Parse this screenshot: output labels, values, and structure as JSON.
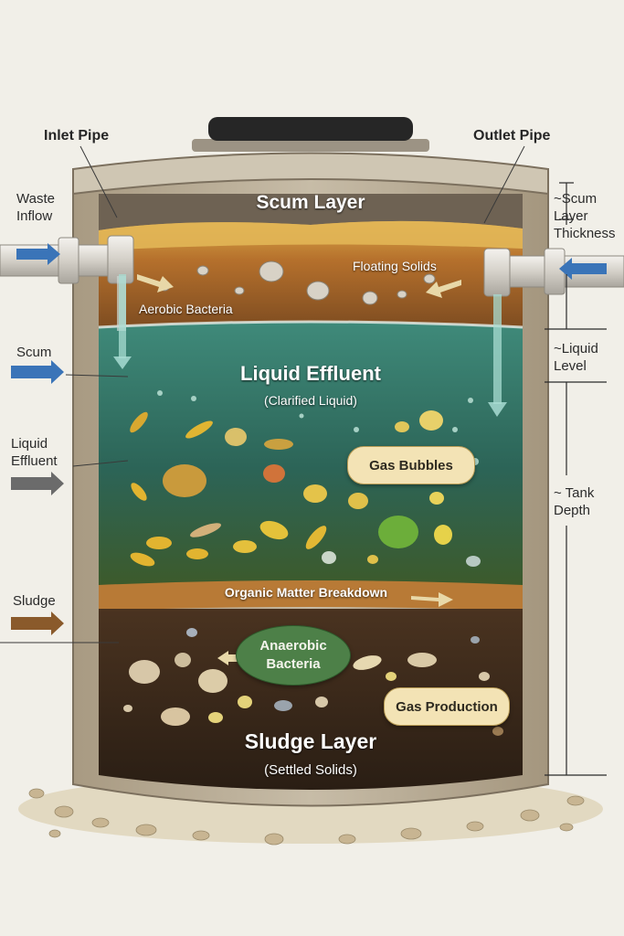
{
  "labels": {
    "inlet_pipe": "Inlet Pipe",
    "outlet_pipe": "Outlet Pipe",
    "waste_inflow": [
      "Waste",
      "Inflow"
    ],
    "scum": "Scum",
    "liquid_effluent_side": [
      "Liquid",
      "Effluent"
    ],
    "sludge": "Sludge",
    "scum_layer_thickness": [
      "~Scum",
      "Layer",
      "Thickness"
    ],
    "liquid_level": [
      "~Liquid",
      "Level"
    ],
    "tank_depth": [
      "~ Tank",
      "Depth"
    ],
    "scum_layer": "Scum Layer",
    "floating_solids": "Floating Solids",
    "aerobic_bacteria": "Aerobic Bacteria",
    "liquid_effluent": "Liquid Effluent",
    "clarified_liquid": "(Clarified Liquid)",
    "gas_bubbles": "Gas Bubbles",
    "organic_matter_breakdown": "Organic Matter Breakdown",
    "anaerobic_bacteria": [
      "Anaerobic",
      "Bacteria"
    ],
    "gas_production": "Gas Production",
    "sludge_layer": "Sludge Layer",
    "settled_solids": "(Settled Solids)"
  },
  "colors": {
    "background": "#f1efe8",
    "concrete": "#b7ab95",
    "scum": "#c98a3a",
    "liquid": "#2e6b5e",
    "sludge": "#3a2a1b",
    "arrow_blue": "#3a74b8",
    "arrow_gray": "#6b6b6b",
    "arrow_brown": "#8a5a2b"
  }
}
